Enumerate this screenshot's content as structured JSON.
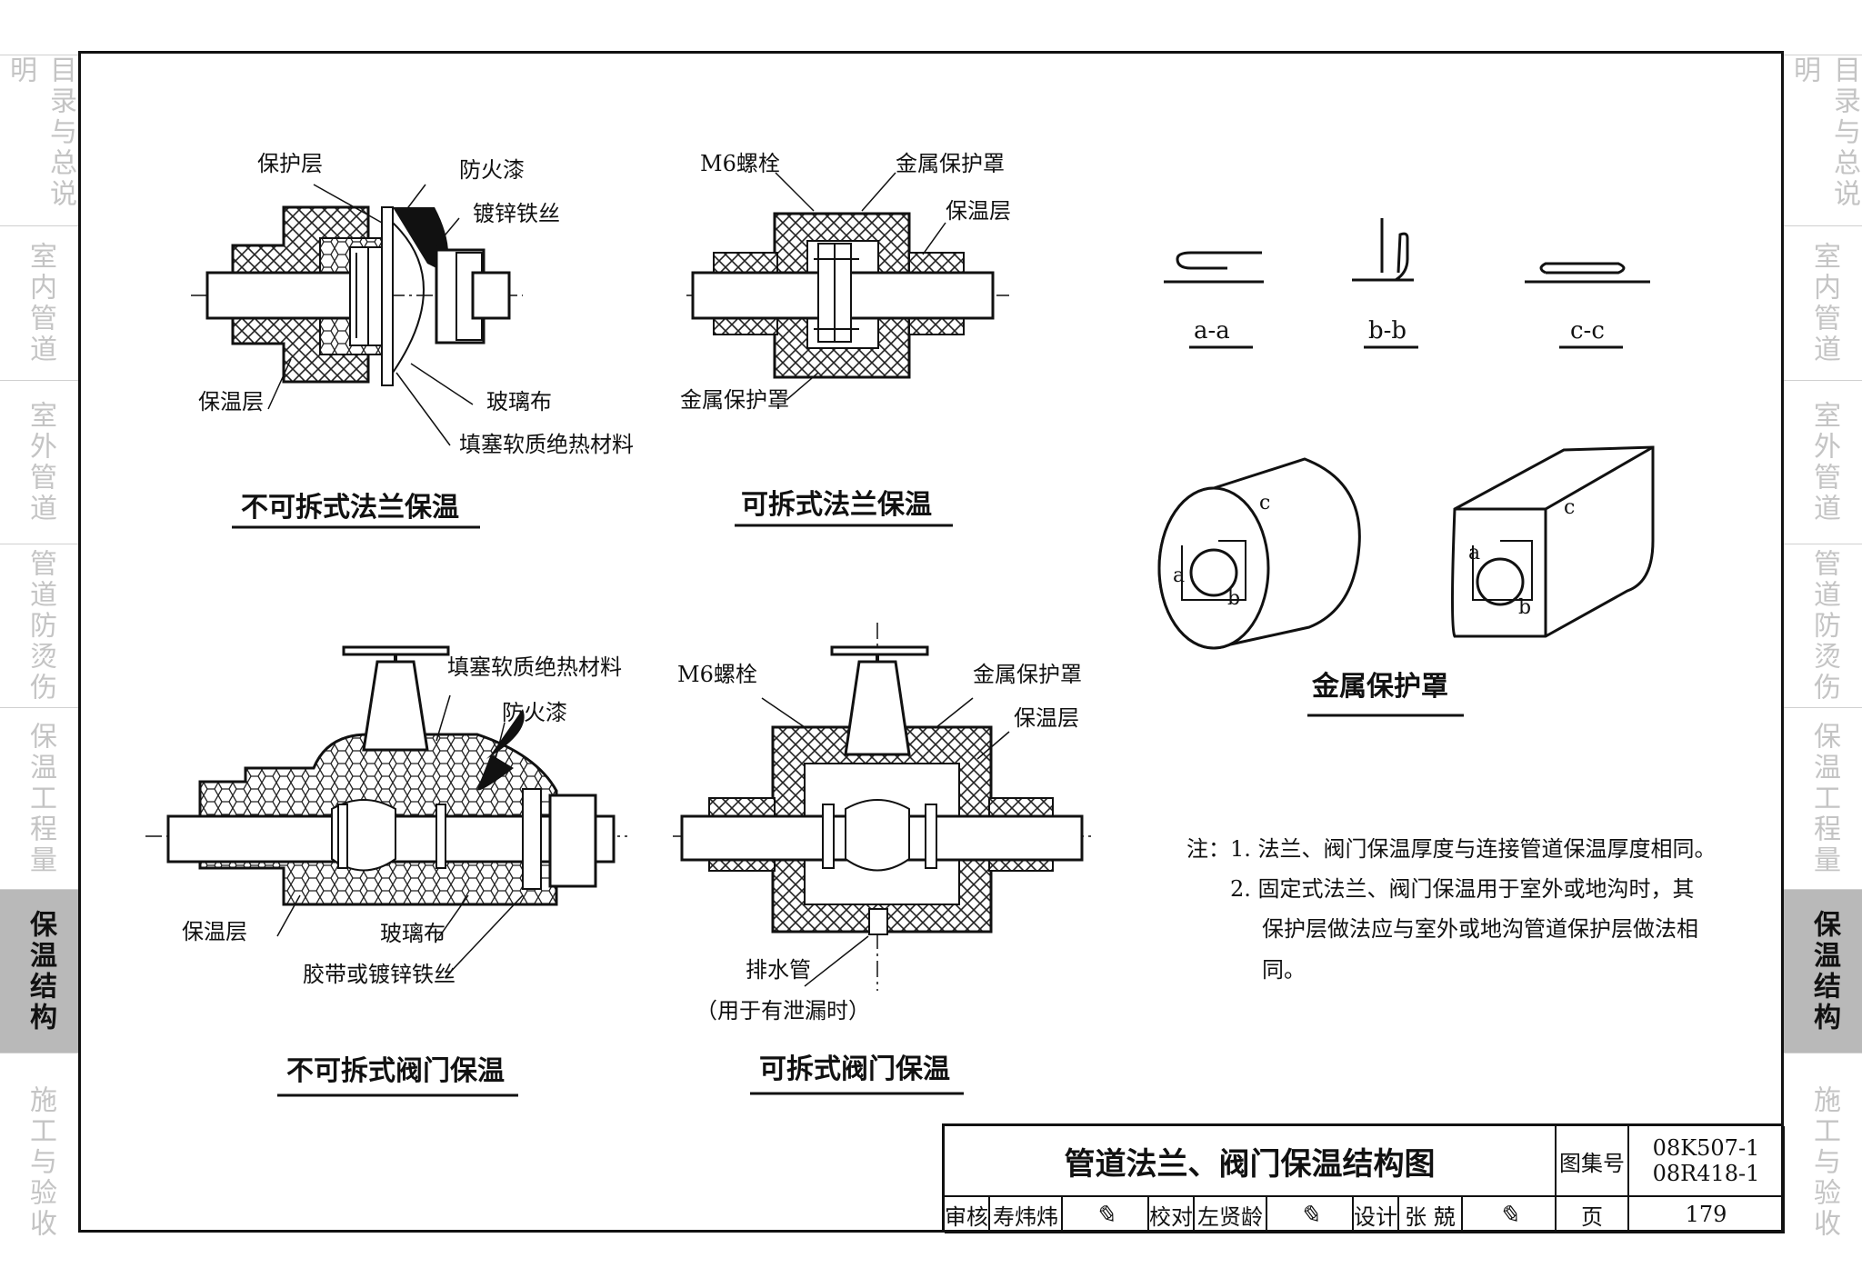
{
  "side_tabs_left": [
    {
      "label": "目录与总说明"
    },
    {
      "label": "室内管道"
    },
    {
      "label": "室外管道"
    },
    {
      "label": "管道防烫伤"
    },
    {
      "label": "保温工程量"
    },
    {
      "label": "保温结构"
    },
    {
      "label": "施工与验收"
    }
  ],
  "side_tabs_right": [
    {
      "label": "目录与总说明"
    },
    {
      "label": "室内管道"
    },
    {
      "label": "室外管道"
    },
    {
      "label": "管道防烫伤"
    },
    {
      "label": "保温工程量"
    },
    {
      "label": "保温结构"
    },
    {
      "label": "施工与验收"
    }
  ],
  "active_tab": "保温结构",
  "diagrams": {
    "d1": {
      "title": "不可拆式法兰保温",
      "labels": [
        "保护层",
        "防火漆",
        "镀锌铁丝",
        "保温层",
        "玻璃布",
        "填塞软质绝热材料"
      ]
    },
    "d2": {
      "title": "可拆式法兰保温",
      "labels": [
        "M6螺栓",
        "金属保护罩",
        "保温层",
        "金属保护罩"
      ]
    },
    "d3": {
      "sections": [
        "a-a",
        "b-b",
        "c-c"
      ],
      "title": "金属保护罩",
      "markers": [
        "a",
        "b",
        "c"
      ]
    },
    "d4": {
      "title": "不可拆式阀门保温",
      "labels": [
        "填塞软质绝热材料",
        "防火漆",
        "保温层",
        "玻璃布",
        "胶带或镀锌铁丝"
      ]
    },
    "d5": {
      "title": "可拆式阀门保温",
      "labels": [
        "M6螺栓",
        "金属保护罩",
        "保温层",
        "排水管",
        "（用于有泄漏时）"
      ]
    }
  },
  "notes": {
    "prefix": "注：",
    "items": [
      "1.  法兰、阀门保温厚度与连接管道保温厚度相同。",
      "2.  固定式法兰、阀门保温用于室外或地沟时，其",
      "保护层做法应与室外或地沟管道保护层做法相",
      "同。"
    ]
  },
  "title_block": {
    "drawing_title": "管道法兰、阀门保温结构图",
    "atlas_label": "图集号",
    "atlas_no_1": "08K507-1",
    "atlas_no_2": "08R418-1",
    "review_label": "审核",
    "reviewer": "寿炜炜",
    "check_label": "校对",
    "checker": "左贤龄",
    "design_label": "设计",
    "designer": "张  兢",
    "page_label": "页",
    "page_no": "179"
  }
}
